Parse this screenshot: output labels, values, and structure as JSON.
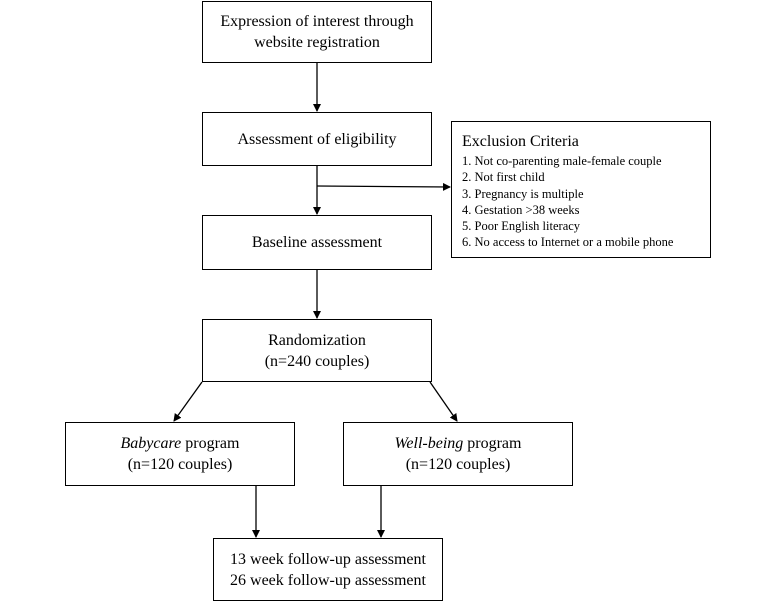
{
  "boxes": {
    "registration": {
      "line1": "Expression of interest through",
      "line2": "website registration"
    },
    "eligibility": {
      "label": "Assessment of eligibility"
    },
    "baseline": {
      "label": "Baseline assessment"
    },
    "randomization": {
      "line1": "Randomization",
      "line2": "(n=240 couples)"
    },
    "babycare": {
      "name": "Babycare",
      "suffix": " program",
      "count": "(n=120 couples)"
    },
    "wellbeing": {
      "name": "Well-being",
      "suffix": " program",
      "count": "(n=120 couples)"
    },
    "followup": {
      "line1": "13 week follow-up assessment",
      "line2": "26 week follow-up assessment"
    }
  },
  "exclusion": {
    "title": "Exclusion Criteria",
    "items": [
      "1. Not co-parenting male-female couple",
      "2. Not first child",
      "3. Pregnancy is multiple",
      "4. Gestation >38 weeks",
      "5. Poor English literacy",
      "6. No access to Internet or a mobile phone"
    ]
  }
}
